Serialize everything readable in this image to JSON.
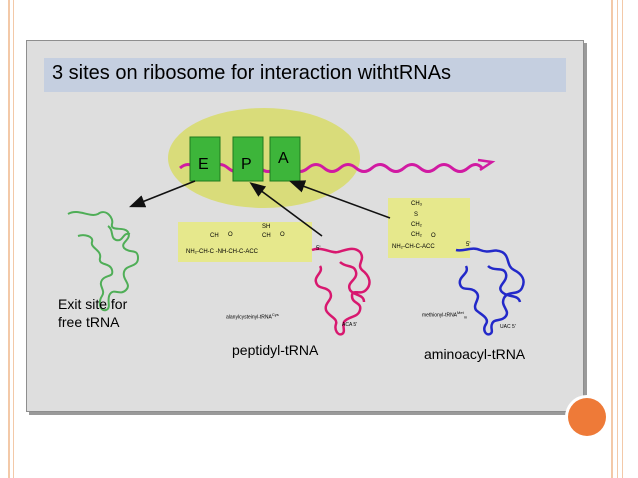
{
  "title": "3 sites on ribosome for interaction withtRNAs",
  "sites": {
    "e": "E",
    "p": "P",
    "a": "A"
  },
  "labels": {
    "exit_line1": "Exit site for",
    "exit_line2": "free tRNA",
    "peptidyl": "peptidyl-tRNA",
    "aminoacyl": "aminoacyl-tRNA"
  },
  "small_labels": {
    "alanyl": "alanylcysteinyl-tRNA",
    "alanyl_sup": "Cys",
    "methionyl": "methionyl-tRNA",
    "methionyl_sup": "Met",
    "methionyl_sub": "m",
    "aca": "ACA 5'",
    "uac": "UAC 5'",
    "five_prime_p": "5'",
    "five_prime_a": "5'"
  },
  "peptidyl_chem": {
    "sh": "SH",
    "ch2_left": "CH",
    "ch2_right": "CH",
    "o_left": "O",
    "o_right": "O",
    "backbone": "NH₂-CH-C -NH-CH-C-ACC"
  },
  "aminoacyl_chem": {
    "ch3": "CH₃",
    "s": "S",
    "ch2_a": "CH₂",
    "ch2_b": "CH₂",
    "o": "O",
    "backbone": "NH₂-CH-C-ACC"
  },
  "colors": {
    "ribosome": "#d9dc7a",
    "site_box": "#3db53a",
    "mrna": "#d11aa2",
    "exit_trna": "#4fae57",
    "peptidyl_trna": "#d8186f",
    "aminoacyl_trna": "#2329c9",
    "chem_box": "#e6e88c",
    "accent_dot": "#ee7a38"
  }
}
